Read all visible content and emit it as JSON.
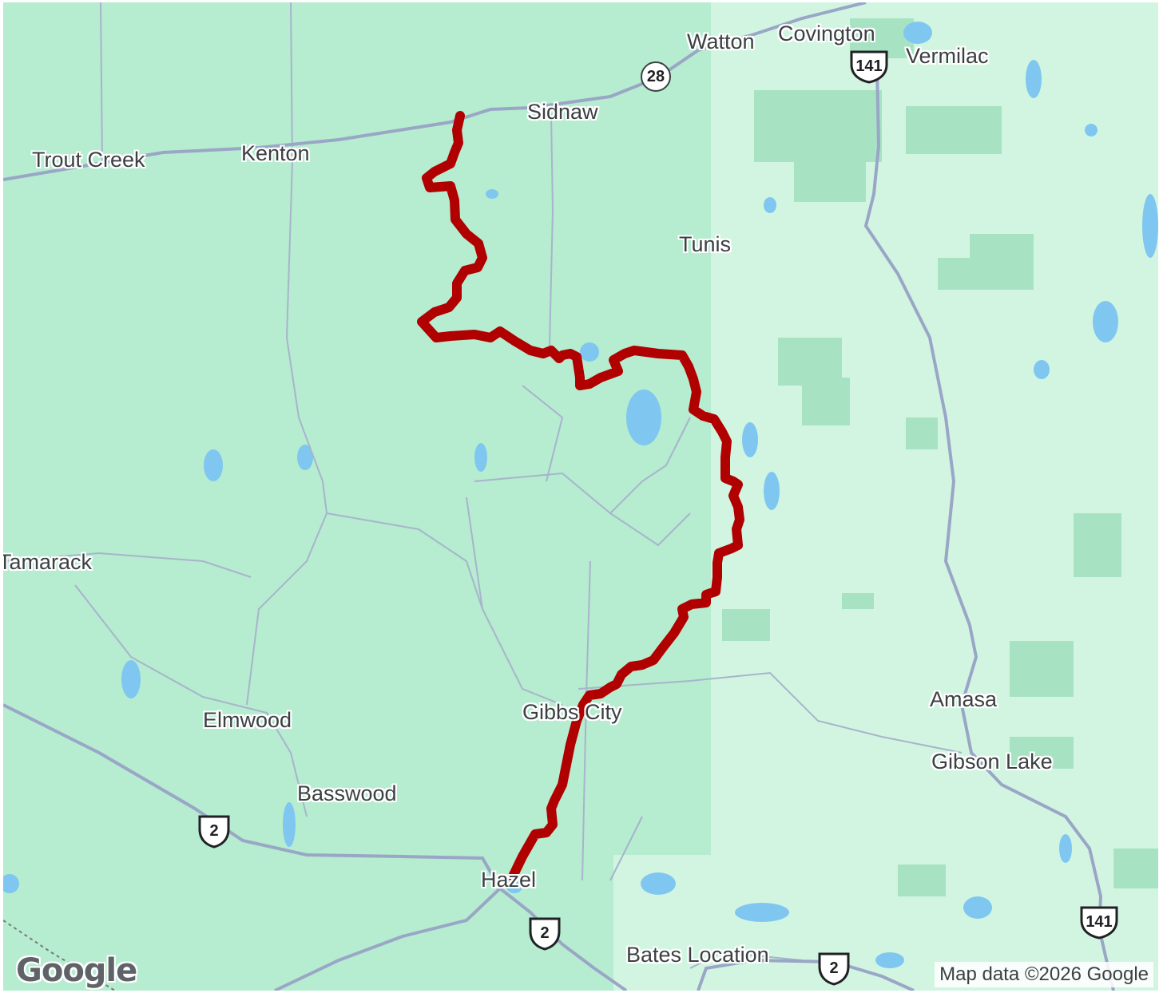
{
  "map": {
    "colors": {
      "land": "#b6ecd0",
      "forest_patch": "#9fdfbc",
      "light_land": "#d2f5e2",
      "water": "#7fc7f0",
      "road": "#a8b4cc",
      "route": "#b10000"
    },
    "places": [
      {
        "id": "watton",
        "name": "Watton"
      },
      {
        "id": "covington",
        "name": "Covington"
      },
      {
        "id": "vermilac",
        "name": "Vermilac"
      },
      {
        "id": "sidnaw",
        "name": "Sidnaw"
      },
      {
        "id": "trout-creek",
        "name": "Trout Creek"
      },
      {
        "id": "kenton",
        "name": "Kenton"
      },
      {
        "id": "tunis",
        "name": "Tunis"
      },
      {
        "id": "tamarack",
        "name": "Tamarack"
      },
      {
        "id": "gibbs-city",
        "name": "Gibbs City"
      },
      {
        "id": "amasa",
        "name": "Amasa"
      },
      {
        "id": "gibson-lake",
        "name": "Gibson Lake"
      },
      {
        "id": "elmwood",
        "name": "Elmwood"
      },
      {
        "id": "basswood",
        "name": "Basswood"
      },
      {
        "id": "hazel",
        "name": "Hazel"
      },
      {
        "id": "bates-location",
        "name": "Bates Location"
      }
    ],
    "shields": [
      {
        "id": "m28",
        "type": "state",
        "number": "28"
      },
      {
        "id": "us141-north",
        "type": "us",
        "number": "141"
      },
      {
        "id": "us141-south",
        "type": "us",
        "number": "141"
      },
      {
        "id": "us2-west",
        "type": "us",
        "number": "2"
      },
      {
        "id": "us2-hazel",
        "type": "us",
        "number": "2"
      },
      {
        "id": "us2-east",
        "type": "us",
        "number": "2"
      }
    ],
    "route_icon": "route-line",
    "logo": "Google",
    "attribution": "Map data ©2026 Google"
  }
}
